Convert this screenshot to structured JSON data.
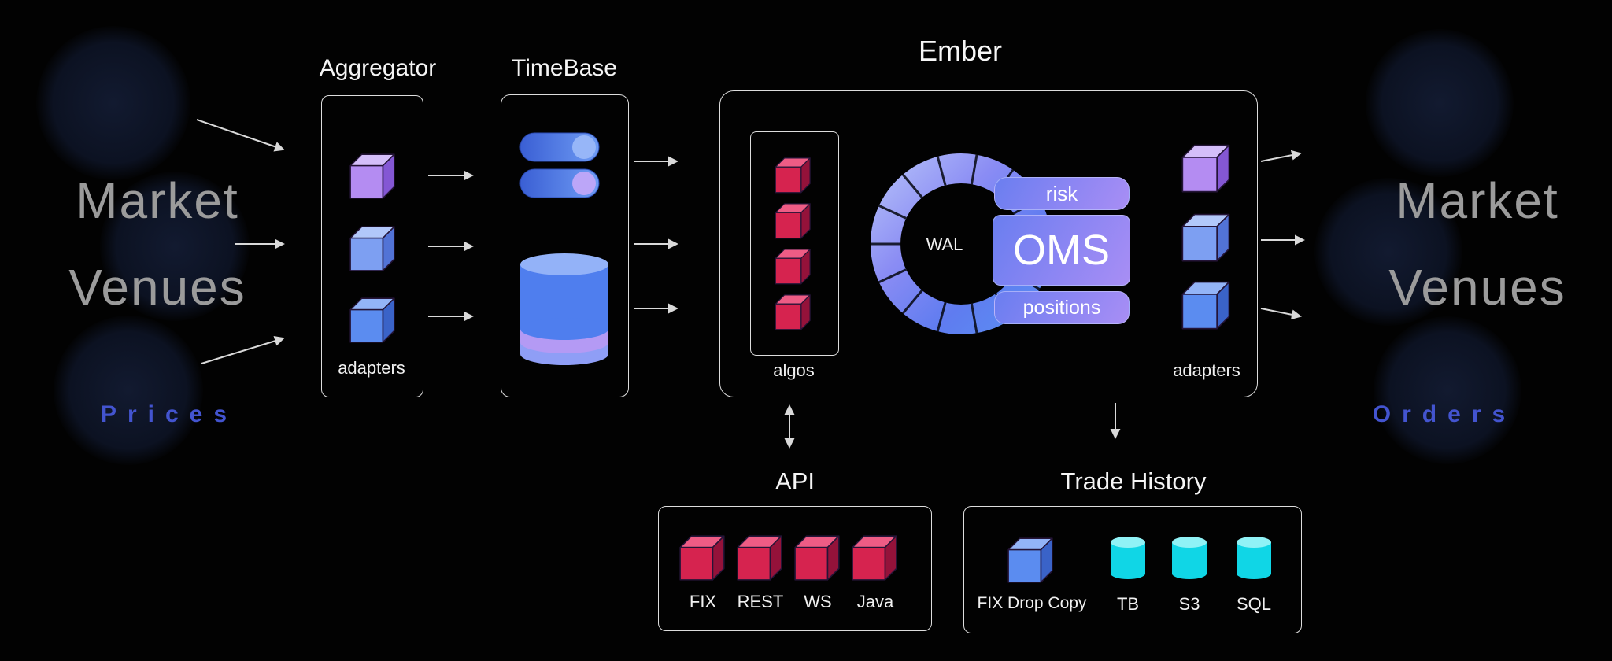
{
  "left_market": {
    "line1": "Market",
    "line2": "Venues",
    "flow_label": "Prices"
  },
  "right_market": {
    "line1": "Market",
    "line2": "Venues",
    "flow_label": "Orders"
  },
  "aggregator": {
    "title": "Aggregator",
    "sublabel": "adapters"
  },
  "timebase": {
    "title": "TimeBase"
  },
  "ember": {
    "title": "Ember",
    "algos_label": "algos",
    "wal_label": "WAL",
    "risk_label": "risk",
    "oms_label": "OMS",
    "positions_label": "positions",
    "adapters_label": "adapters"
  },
  "api": {
    "title": "API",
    "items": [
      "FIX",
      "REST",
      "WS",
      "Java"
    ]
  },
  "trade_history": {
    "title": "Trade History",
    "cube_label": "FIX Drop Copy",
    "cylinder_labels": [
      "TB",
      "S3",
      "SQL"
    ]
  },
  "colors": {
    "background": "#020202",
    "venue_text": "#9b9b9b",
    "flow_text": "#4354cf",
    "arrow": "#d9d9d9",
    "box_border": "#f0f0f0",
    "cube_purple": "#b48cf2",
    "cube_blue": "#5b8cf0",
    "cube_lightblue": "#7d9ff2",
    "cube_red": "#d6234f",
    "cylinder_cyan": "#10d6e6",
    "timebase_blue": "#4f7eee",
    "timebase_purple": "#b49af4",
    "oms_gradient_start": "#6a7ef0",
    "oms_gradient_end": "#a88ef4",
    "ring_gradient_start": "#b0baf8",
    "ring_gradient_end": "#5b8df2"
  }
}
